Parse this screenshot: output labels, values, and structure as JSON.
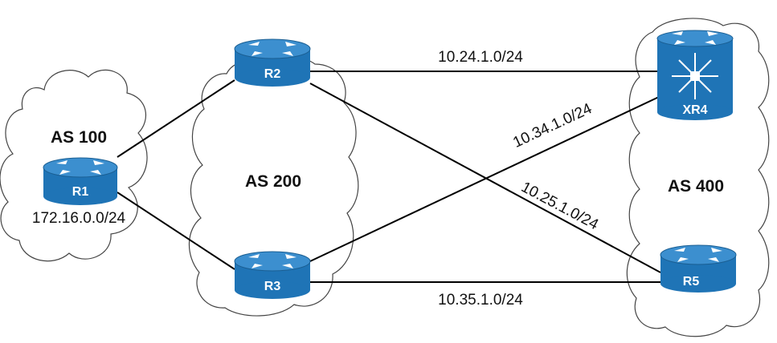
{
  "diagram": {
    "as100": {
      "label": "AS 100",
      "subnet": "172.16.0.0/24"
    },
    "as200": {
      "label": "AS 200"
    },
    "as400": {
      "label": "AS 400"
    },
    "routers": {
      "r1": {
        "label": "R1"
      },
      "r2": {
        "label": "R2"
      },
      "r3": {
        "label": "R3"
      },
      "xr4": {
        "label": "XR4"
      },
      "r5": {
        "label": "R5"
      }
    },
    "links": {
      "r2_xr4": "10.24.1.0/24",
      "r3_xr4": "10.34.1.0/24",
      "r2_r5": "10.25.1.0/24",
      "r3_r5": "10.35.1.0/24"
    }
  },
  "colors": {
    "router_blue": "#1f74b6",
    "router_top": "#3c8fcf",
    "cloud_stroke": "#444444",
    "link": "#000000"
  },
  "icons": {
    "router": "router-icon",
    "switch_router": "multilayer-switch-icon",
    "cloud": "cloud-icon"
  }
}
